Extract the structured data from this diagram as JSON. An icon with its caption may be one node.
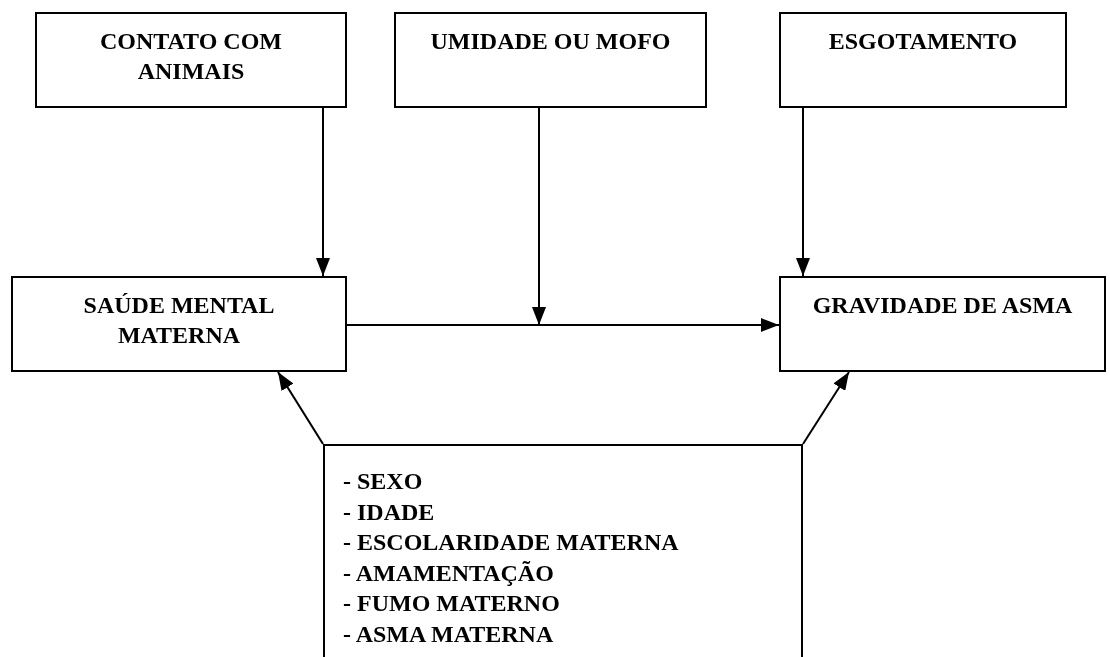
{
  "diagram": {
    "nodes": [
      {
        "text": [
          "CONTATO COM ANIMAIS"
        ]
      },
      {
        "text": [
          "UMIDADE OU MOFO"
        ]
      },
      {
        "text": [
          "ESGOTAMENTO"
        ]
      },
      {
        "text": [
          "SAÚDE MENTAL MATERNA"
        ]
      },
      {
        "text": [
          "GRAVIDADE DE ASMA"
        ]
      },
      {
        "text": [
          "- SEXO",
          "- IDADE",
          "- ESCOLARIDADE MATERNA",
          "- AMAMENTAÇÃO",
          "- FUMO MATERNO",
          "- ASMA MATERNA"
        ]
      }
    ],
    "edges": [
      {
        "from": 0,
        "to": 3,
        "arrow": "to"
      },
      {
        "from": 1,
        "to": null,
        "arrow": "to"
      },
      {
        "from": 2,
        "to": 4,
        "arrow": "to"
      },
      {
        "from": 3,
        "to": 4,
        "arrow": "to"
      },
      {
        "from": 5,
        "to": 3,
        "arrow": "to"
      },
      {
        "from": 5,
        "to": 4,
        "arrow": "to"
      }
    ]
  }
}
